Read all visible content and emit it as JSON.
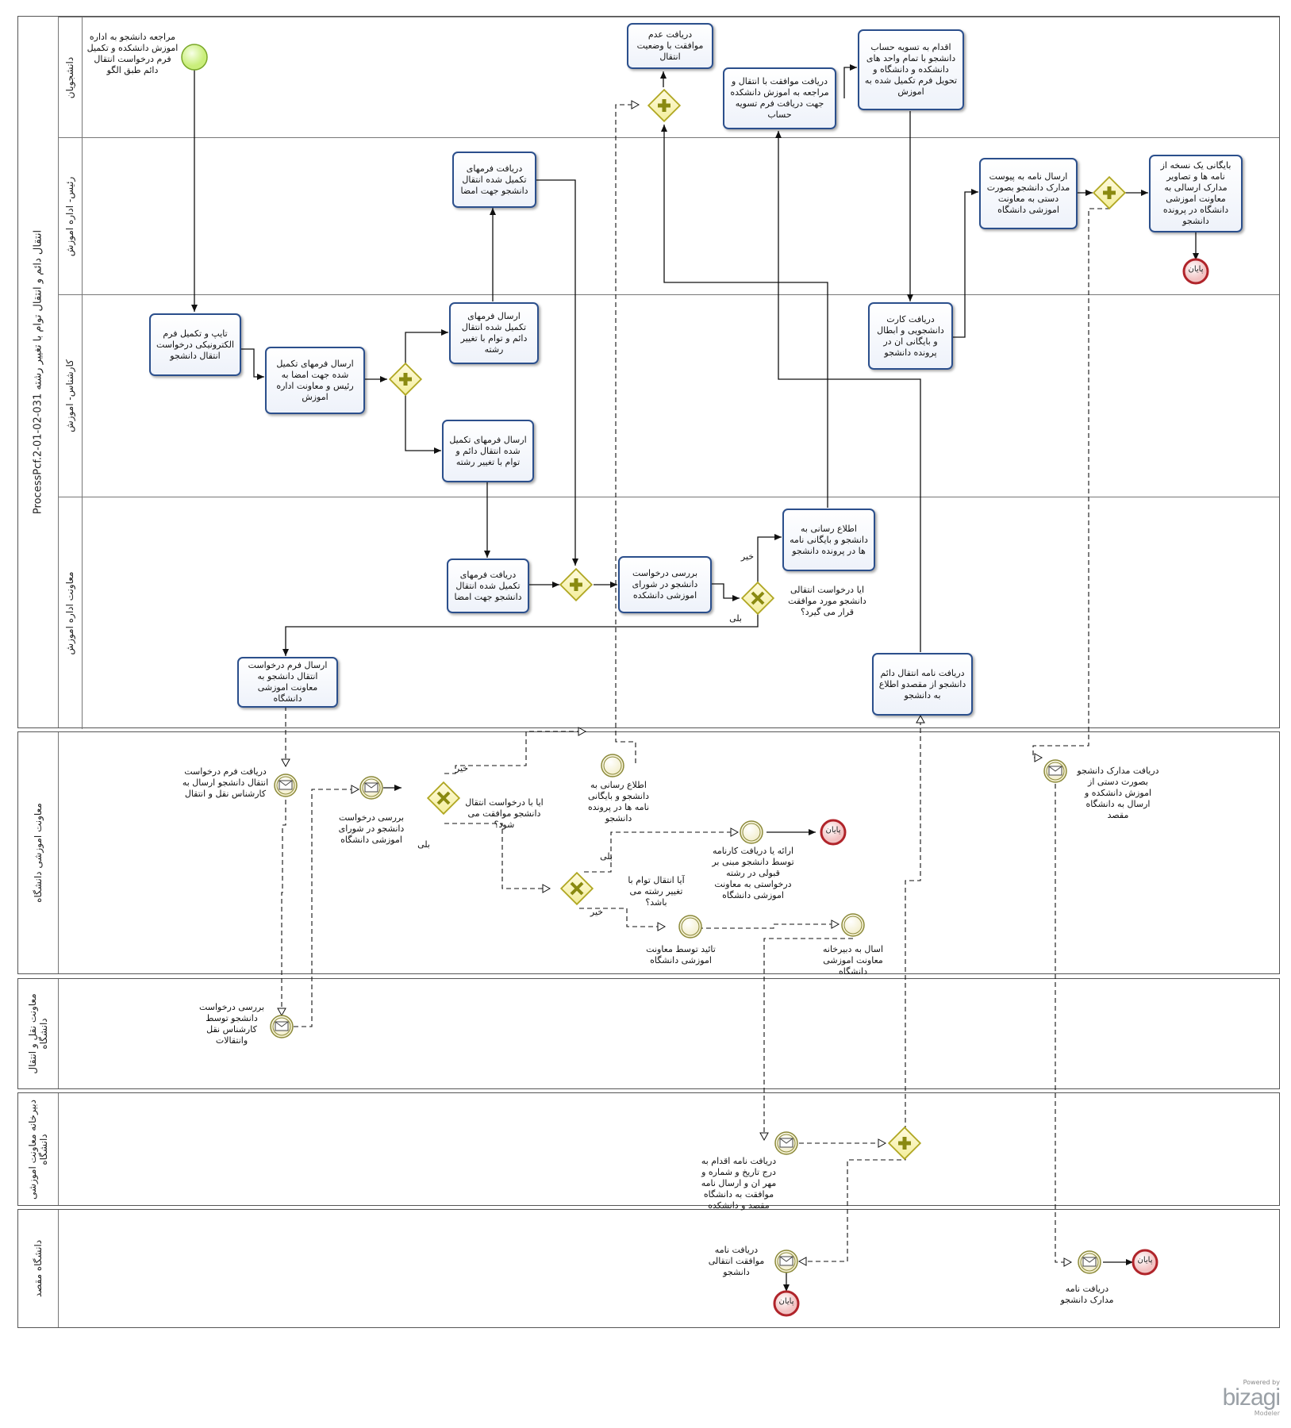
{
  "diagram": {
    "process_title": "ProcessPcf.2-01-02-031 انتقال دائم و انتقال توام با تغییر رشته",
    "pools": [
      {
        "name": "ProcessPcf.2-01-02-031 انتقال دائم و انتقال توام با تغییر رشته",
        "lanes": [
          "دانشجویان",
          "رئیس- اداره اموزش",
          "کارشناس- اموزش",
          "معاونت اداره اموزش"
        ]
      },
      {
        "name": "معاونت اموزشی دانشگاه"
      },
      {
        "name": "معاونت نقل و انتقال دانشگاه"
      },
      {
        "name": "دبیرخانه معاونت اموزشی دانشگاه"
      },
      {
        "name": "دانشگاه مقصد"
      }
    ],
    "tasks": {
      "t_reject": "دریافت عدم موافقت با وضعیت انتقال",
      "t_accept": "دریافت موافقت با انتقال و مراجعه به اموزش دانشکده جهت دریافت فرم تسویه حساب",
      "t_settle": "اقدام به تسویه حساب دانشجو با تمام واحد های دانشکده و دانشگاه و تحویل فرم تکمیل شده به اموزش",
      "t_sign": "دریافت فرمهای تکمیل شده انتقال دانشجو جهت امضا",
      "t_sendletter": "ارسال نامه به پیوست مدارک دانشجو بصورت دستی به معاونت اموزشی دانشگاه",
      "t_archive": "بایگانی یک نسخه از نامه ها و تصاویر مدارک ارسالی به معاونت اموزشی دانشگاه در پرونده دانشجو",
      "t_type": "تایپ و تکمیل فرم الکترونیکی درخواست انتقال دانشجو",
      "t_sendsign": "ارسال فرمهای تکمیل شده جهت امضا به رئیس و معاونت اداره اموزش",
      "t_send1": "ارسال فرمهای تکمیل شده انتقال دائم و توام با تغییر رشته",
      "t_send2": "ارسال فرمهای تکمیل شده انتقال دائم و توام با تغییر رشته",
      "t_card": "دریافت کارت دانشجویی و ابطال و بایگانی ان در پرونده دانشجو",
      "t_recvforms": "دریافت فرمهای تکمیل شده انتقال دانشجو جهت امضا",
      "t_review": "بررسی درخواست دانشجو در شورای اموزشی دانشکده",
      "t_inform": "اطلاع رسانی به دانشجو و بایگانی نامه ها در پرونده دانشجو",
      "t_sendreq": "ارسال فرم درخواست انتقال دانشجو به معاونت اموزشی دانشگاه",
      "t_recvletter": "دریافت نامه انتقال دائم دانشجو از مقصدو اطلاع به دانشجو"
    },
    "labels": {
      "start": "مراجعه دانشجو به اداره اموزش دانشکده و تکمیل فرم درخواست انتقال دائم طبق الگو",
      "q_faculty": "ایا درخواست انتقالی دانشجو مورد موافقت قرار می گیرد؟",
      "no": "خیر",
      "yes": "بلی",
      "e_recvform": "دریافت فرم درخواست انتقال دانشجو ارسال به کارشناس نقل و انتقال",
      "e_univreview": "بررسی درخواست دانشجو در شورای اموزشی دانشگاه",
      "q_univ": "ایا با درخواست انتقال دانشجو موافقت می شود؟",
      "e_inform": "اطلاع رسانی به دانشجو و بایگانی نامه ها در پرونده دانشجو",
      "e_transcript": "ارائه یا دریافت کارنامه توسط دانشجو مبنی بر قبولی در رشته درخواستی به معاونت اموزشی دانشگاه",
      "q_major": "آیا انتقال توام با تغییر رشته می باشد؟",
      "e_approve": "تائید توسط معاونت اموزشی دانشگاه",
      "e_secretariat": "اسال به دبیرخانه معاونت اموزشی دانشگاه",
      "e_docs": "دریافت مدارک دانشجو بصورت دستی از اموزش دانشکده و ارسال به دانشگاه مقصد",
      "e_expert": "بررسی درخواست دانشجو توسط کارشناس نقل وانتقالات",
      "e_secret_recv": "دریافت نامه اقدام به درج تاریخ و شماره و مهر ان و ارسال نامه موافقت به دانشگاه مقصد و دانشکده",
      "e_dest_letter": "دریافت نامه موافقت انتقالی دانشجو",
      "e_dest_docs": "دریافت نامه مدارک دانشجو",
      "end": "پایان"
    }
  },
  "brand": {
    "powered": "Powered by",
    "name": "bizagi",
    "product": "Modeler"
  }
}
